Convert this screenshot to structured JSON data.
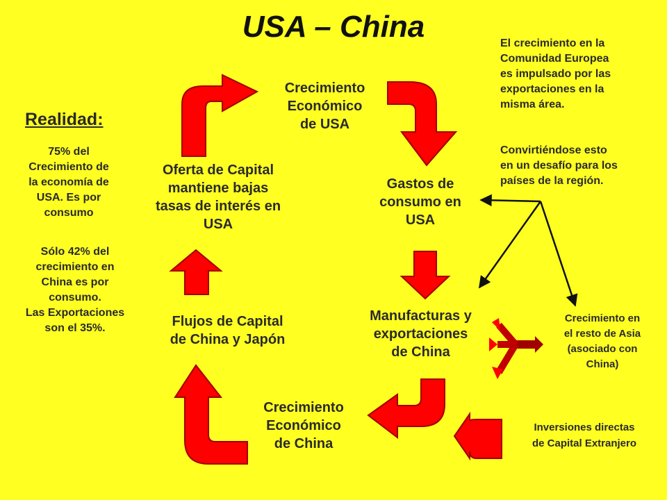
{
  "title": "USA – China",
  "nodes": {
    "usa_growth": [
      "Crecimiento",
      "Económico",
      "de USA"
    ],
    "usa_consumption": [
      "Gastos de",
      "consumo en",
      "USA"
    ],
    "china_manufacturing": [
      "Manufacturas y",
      "exportaciones",
      "de China"
    ],
    "china_growth": [
      "Crecimiento",
      "Económico",
      "de China"
    ],
    "capital_flows": [
      "Flujos de Capital",
      "de China y Japón"
    ],
    "capital_supply": [
      "Oferta de Capital",
      "mantiene bajas",
      "tasas de interés en",
      "USA"
    ]
  },
  "left_panel": {
    "heading": "Realidad:",
    "usa_note": [
      "75% del",
      "Crecimiento de",
      "la economía de",
      "USA. Es por",
      "consumo"
    ],
    "china_note": [
      "Sólo 42% del",
      "crecimiento en",
      "China es por",
      "consumo.",
      "Las Exportaciones",
      "son el 35%."
    ]
  },
  "right_panel": {
    "eu_note": [
      "El crecimiento en la",
      "Comunidad  Europea",
      "es impulsado por las",
      "exportaciones en la",
      "misma área."
    ],
    "challenge_note": [
      "Convirtiéndose esto",
      "en un desafío para los",
      "países de la región."
    ],
    "asia_growth": [
      "Crecimiento en",
      "el resto de Asia",
      "(asociado con",
      "China)"
    ],
    "fdi": [
      "Inversiones directas",
      "de Capital Extranjero"
    ]
  },
  "colors": {
    "background": "#ffff22",
    "arrow_fill": "#ff0000",
    "arrow_dark": "#a00000",
    "text": "#2a2a2a"
  }
}
